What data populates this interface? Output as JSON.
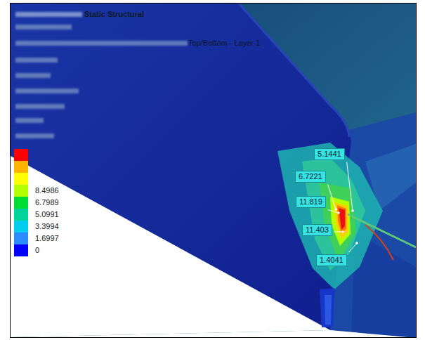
{
  "diagram": {
    "labels": [
      "Static Structural",
      "Top/Bottom - Layer 1",
      "5.1441",
      "6.7221",
      "11.819",
      "11.403",
      "1.4041"
    ],
    "legend": [
      {
        "text": "8.4986",
        "color": "#b4ff00"
      },
      {
        "text": "6.7989",
        "color": "#00dd33"
      },
      {
        "text": "5.0991",
        "color": "#00d49a"
      },
      {
        "text": "3.3994",
        "color": "#00ccee"
      },
      {
        "text": "1.6997",
        "color": "#2a8cff"
      },
      {
        "text": "0",
        "color": "#0000ff"
      }
    ]
  }
}
